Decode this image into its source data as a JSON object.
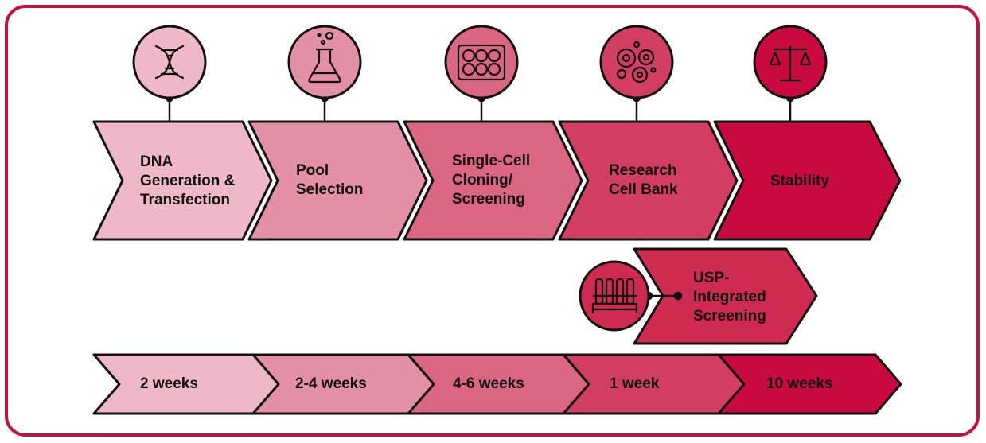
{
  "steps": [
    {
      "label": "DNA\nGeneration &\nTransfection",
      "duration": "2 weeks",
      "color": "#efb8c8",
      "icon": "dna-icon"
    },
    {
      "label": "Pool\nSelection",
      "duration": "2-4 weeks",
      "color": "#e38fa6",
      "icon": "flask-icon"
    },
    {
      "label": "Single-Cell\nCloning/\nScreening",
      "duration": "4-6 weeks",
      "color": "#db6682",
      "icon": "well-plate-icon"
    },
    {
      "label": "Research\nCell Bank",
      "duration": "1 week",
      "color": "#d13e61",
      "icon": "cells-icon"
    },
    {
      "label": "Stability",
      "duration": "10 weeks",
      "color": "#c90a3e",
      "icon": "scale-icon"
    }
  ],
  "parallel_step": {
    "label": "USP-\nIntegrated\nScreening",
    "color": "#cf2a4f",
    "icon": "test-tubes-icon"
  },
  "colors": {
    "frame": "#c8103e",
    "outline": "#111111"
  }
}
